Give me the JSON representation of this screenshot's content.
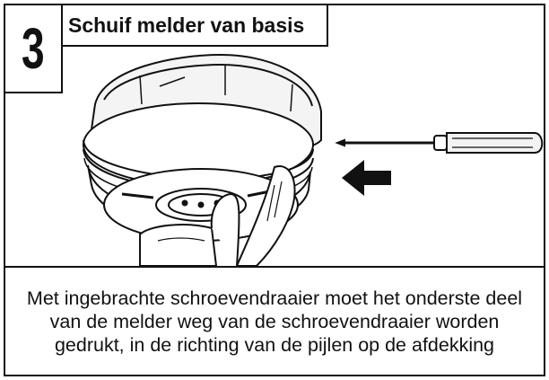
{
  "step": {
    "number": "3"
  },
  "header": {
    "title": "Schuif melder van basis"
  },
  "caption": {
    "text": "Met ingebrachte schroevendraaier moet het onderste deel van de melder weg van de schroevendraaier worden gedrukt, in de richting van de pijlen op de afdekking"
  },
  "icons": [
    "smoke-detector-icon",
    "screwdriver-icon",
    "arrow-left-icon",
    "hands-icon"
  ],
  "colors": {
    "ink": "#111111",
    "paper": "#ffffff",
    "shade": "#cfcfcf"
  }
}
